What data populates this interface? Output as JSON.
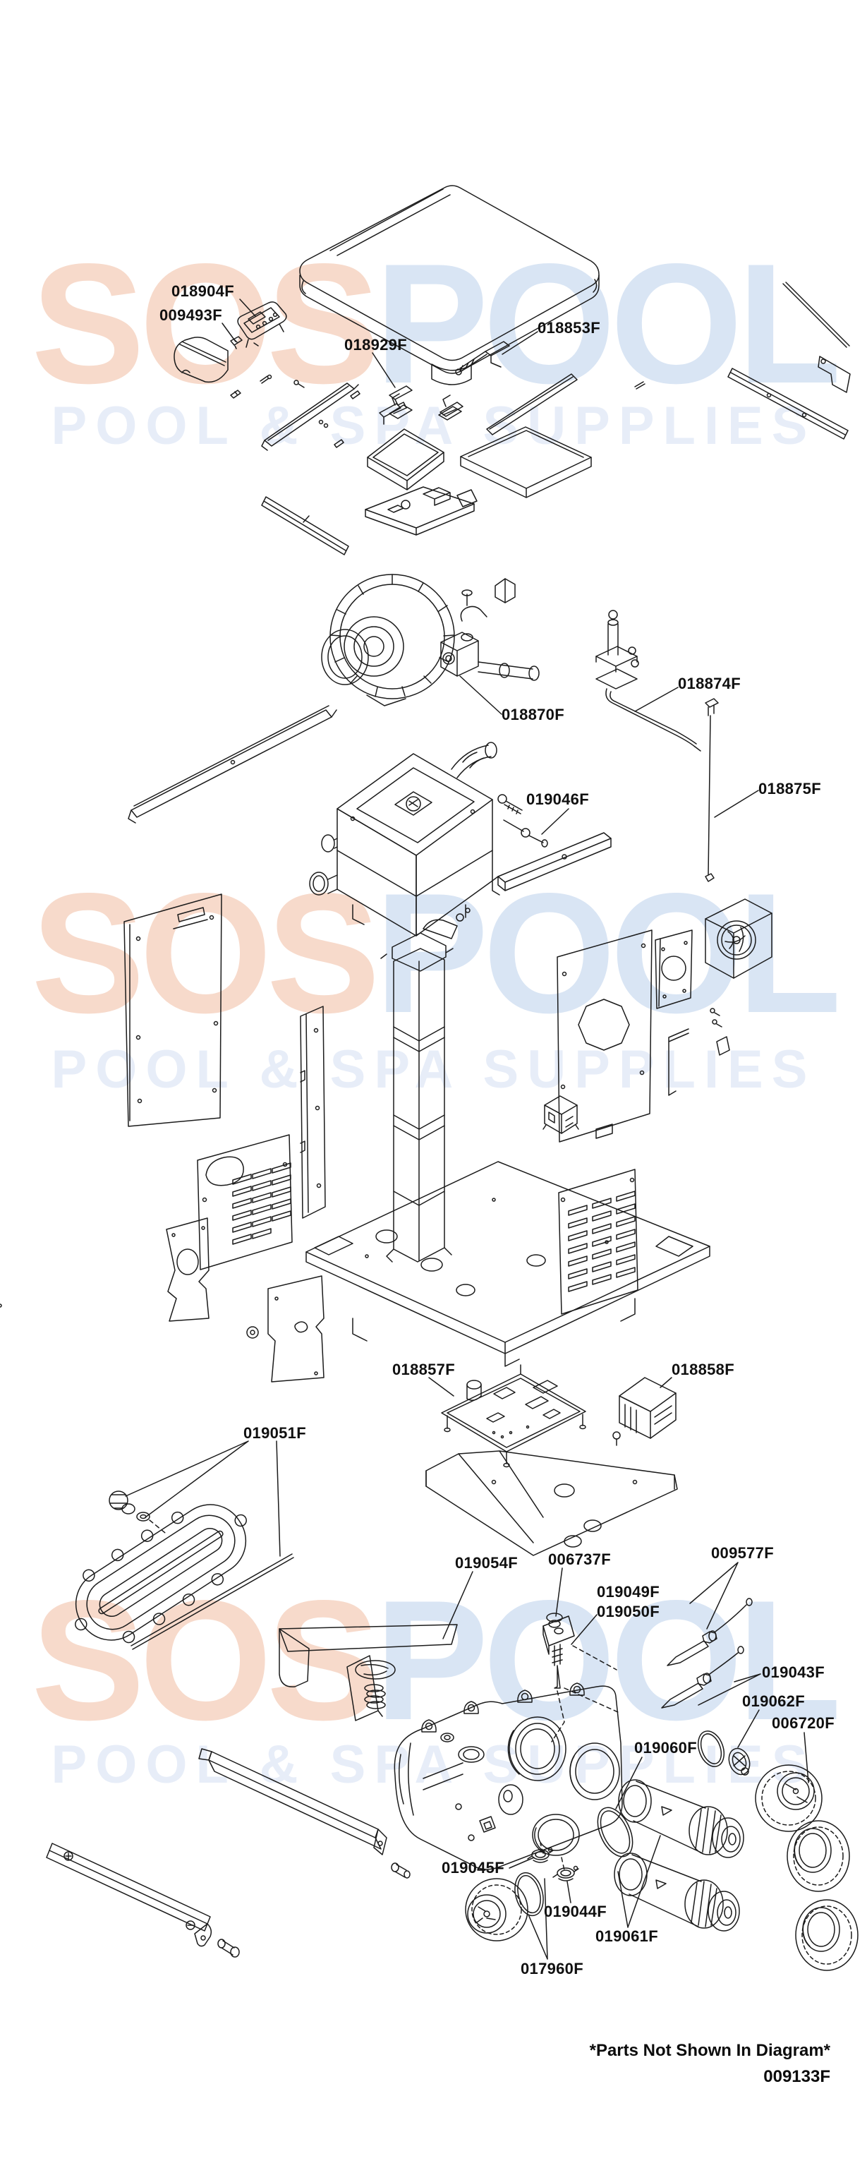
{
  "page": {
    "background": "#ffffff",
    "ink": "#1b1b1b"
  },
  "watermark": {
    "brand_left": "SOS",
    "brand_right": "POOL",
    "tagline": "POOL & SPA SUPPLIES",
    "brand_left_color": "#f7dacb",
    "brand_right_color": "#d9e5f4",
    "tagline_color": "#e7edf8"
  },
  "labels": [
    {
      "text": "018904F"
    },
    {
      "text": "009493F"
    },
    {
      "text": "018929F"
    },
    {
      "text": "018853F"
    },
    {
      "text": "018870F"
    },
    {
      "text": "018874F"
    },
    {
      "text": "019046F"
    },
    {
      "text": "018875F"
    },
    {
      "text": "018857F"
    },
    {
      "text": "018858F"
    },
    {
      "text": "019051F"
    },
    {
      "text": "019054F"
    },
    {
      "text": "006737F"
    },
    {
      "text": "019049F"
    },
    {
      "text": "019050F"
    },
    {
      "text": "009577F"
    },
    {
      "text": "019043F"
    },
    {
      "text": "019062F"
    },
    {
      "text": "006720F"
    },
    {
      "text": "019060F"
    },
    {
      "text": "019045F"
    },
    {
      "text": "019044F"
    },
    {
      "text": "019061F"
    },
    {
      "text": "017960F"
    }
  ],
  "footer": {
    "note": "*Parts Not Shown In Diagram*",
    "part_number": "009133F"
  }
}
